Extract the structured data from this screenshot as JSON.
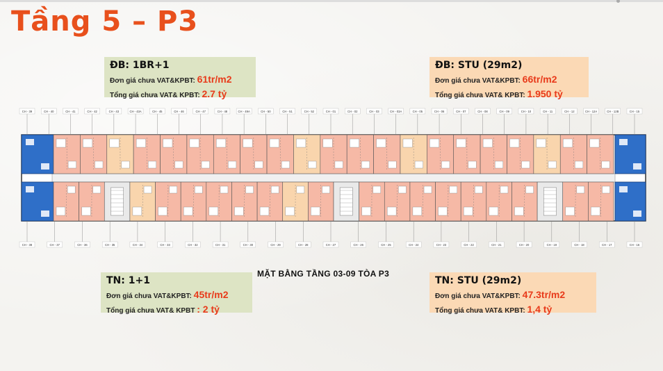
{
  "title": "Tầng 5 – P3",
  "caption": "MẶT BẰNG TẦNG 03-09 TÒA P3",
  "cards": {
    "db_1br": {
      "title": "ĐB: 1BR+1",
      "unit_label": "Đơn giá chưa VAT&KPBT:",
      "unit_value": "61tr/m2",
      "total_label": "Tổng giá chưa VAT& KPBT:",
      "total_value": "2.7 tỷ"
    },
    "db_stu": {
      "title": "ĐB: STU (29m2)",
      "unit_label": "Đơn giá chưa VAT&KPBT:",
      "unit_value": "66tr/m2",
      "total_label": "Tổng giá chưa VAT& KPBT:",
      "total_value": "1.950 tỷ"
    },
    "tn_11": {
      "title": "TN: 1+1",
      "unit_label": "Đơn giá chưa VAT&KPBT:",
      "unit_value": "45tr/m2",
      "total_label": "Tổng giá chưa VAT& KPBT",
      "total_value": ": 2 tỷ"
    },
    "tn_stu": {
      "title": "TN: STU (29m2)",
      "unit_label": "Đơn giá chưa VAT&KPBT:",
      "unit_value": "47.3tr/m2",
      "total_label": "Tổng giá chưa VAT& KPBT:",
      "total_value": "1,4 tỷ"
    }
  },
  "colors": {
    "title": "#e8501c",
    "price": "#e83a1a",
    "salmon": "#f6b9a6",
    "peach": "#f9d5ad",
    "corner_blue": "#2f6fc8",
    "card_green": "#dde4c4",
    "card_orange": "#fbd9b5"
  },
  "floorplan": {
    "top_labels": [
      "CH - 39",
      "CH - 40",
      "CH - 41",
      "CH - 42",
      "CH - 43",
      "CH - 43A",
      "CH - 45",
      "CH - 46",
      "CH - 47",
      "CH - 48",
      "CH - 49A",
      "CH - 50",
      "CH - 51",
      "CH - 52",
      "CH - 01",
      "CH - 02",
      "CH - 03",
      "CH - 03A",
      "CH - 05",
      "CH - 06",
      "CH - 07",
      "CH - 08",
      "CH - 09",
      "CH - 10",
      "CH - 11",
      "CH - 12",
      "CH - 12A",
      "CH - 12B",
      "CH - 15"
    ],
    "bottom_labels": [
      "CH - 38",
      "CH - 37",
      "CH - 36",
      "CH - 35",
      "CH - 34",
      "CH - 33",
      "CH - 32",
      "CH - 31",
      "CH - 30",
      "CH - 29",
      "CH - 28",
      "CH - 27",
      "CH - 26",
      "CH - 25",
      "CH - 24",
      "CH - 23",
      "CH - 22",
      "CH - 21",
      "CH - 20",
      "CH - 19",
      "CH - 18",
      "CH - 17",
      "CH - 16"
    ],
    "top_units": [
      "salmon",
      "salmon",
      "peach",
      "salmon",
      "salmon",
      "salmon",
      "salmon",
      "salmon",
      "salmon",
      "peach",
      "salmon",
      "salmon",
      "salmon",
      "peach",
      "salmon",
      "salmon",
      "salmon",
      "salmon",
      "peach",
      "salmon",
      "salmon"
    ],
    "bottom_units": [
      "salmon",
      "salmon",
      "core",
      "peach",
      "salmon",
      "salmon",
      "salmon",
      "salmon",
      "salmon",
      "peach",
      "salmon",
      "core",
      "salmon",
      "salmon",
      "salmon",
      "salmon",
      "salmon",
      "salmon",
      "salmon",
      "core",
      "salmon",
      "salmon"
    ]
  }
}
